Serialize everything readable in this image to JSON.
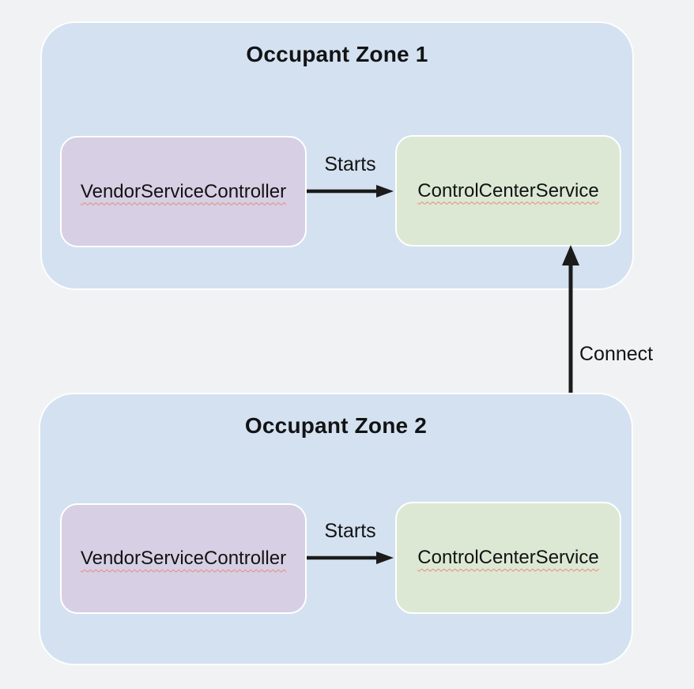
{
  "diagram": {
    "zones": [
      {
        "title": "Occupant Zone 1",
        "vendor_node": "VendorServiceController",
        "service_node": "ControlCenterService",
        "starts_edge_label": "Starts"
      },
      {
        "title": "Occupant Zone 2",
        "vendor_node": "VendorServiceController",
        "service_node": "ControlCenterService",
        "starts_edge_label": "Starts"
      }
    ],
    "connect_edge_label": "Connect"
  },
  "colors": {
    "background": "#f1f2f4",
    "zone_fill": "#d4e1f0",
    "vendor_fill": "#d7cfe3",
    "service_fill": "#dce8d3",
    "box_border": "#ffffff",
    "arrow": "#1b1b1b",
    "text": "#121314",
    "squiggle": "#e8897f"
  }
}
